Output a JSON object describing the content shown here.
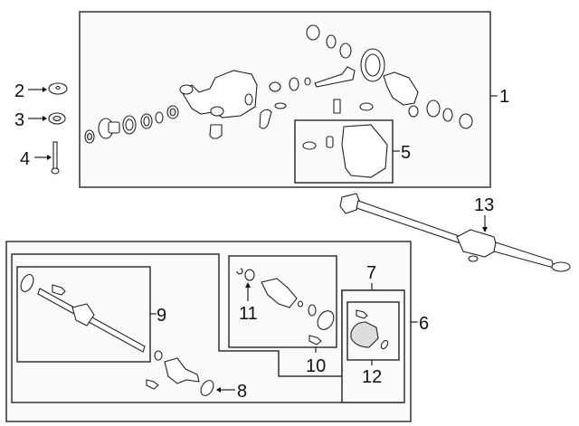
{
  "diagram": {
    "type": "exploded-parts-diagram",
    "subject": "Rear axle differential, drive axle shafts and propeller shaft",
    "callouts": [
      {
        "id": "1",
        "label": "1",
        "target": "differential-assembly-group"
      },
      {
        "id": "2",
        "label": "2",
        "target": "mount-washer"
      },
      {
        "id": "3",
        "label": "3",
        "target": "mount-cushion"
      },
      {
        "id": "4",
        "label": "4",
        "target": "mount-bolt"
      },
      {
        "id": "5",
        "label": "5",
        "target": "differential-cover-group"
      },
      {
        "id": "6",
        "label": "6",
        "target": "axle-shaft-assembly-group"
      },
      {
        "id": "7",
        "label": "7",
        "target": "outer-boot-kit-group"
      },
      {
        "id": "8",
        "label": "8",
        "target": "dust-seal"
      },
      {
        "id": "9",
        "label": "9",
        "target": "inner-shaft-group"
      },
      {
        "id": "10",
        "label": "10",
        "target": "inner-joint-kit-group"
      },
      {
        "id": "11",
        "label": "11",
        "target": "snap-ring"
      },
      {
        "id": "12",
        "label": "12",
        "target": "boot-group"
      },
      {
        "id": "13",
        "label": "13",
        "target": "propeller-shaft"
      }
    ]
  }
}
